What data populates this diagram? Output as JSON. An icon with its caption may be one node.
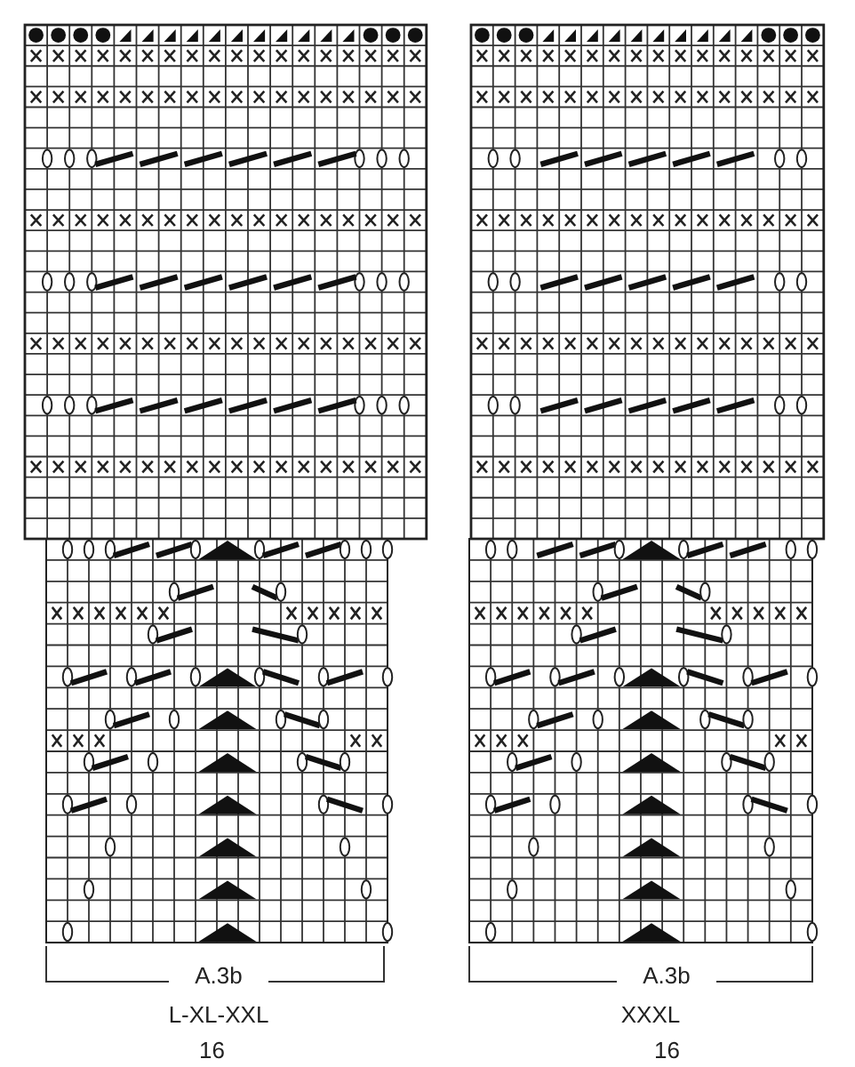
{
  "diagram": {
    "labels": [
      "A.3b",
      "L-XL-XXL",
      "16",
      "A.3b",
      "XXXL",
      "16"
    ]
  }
}
